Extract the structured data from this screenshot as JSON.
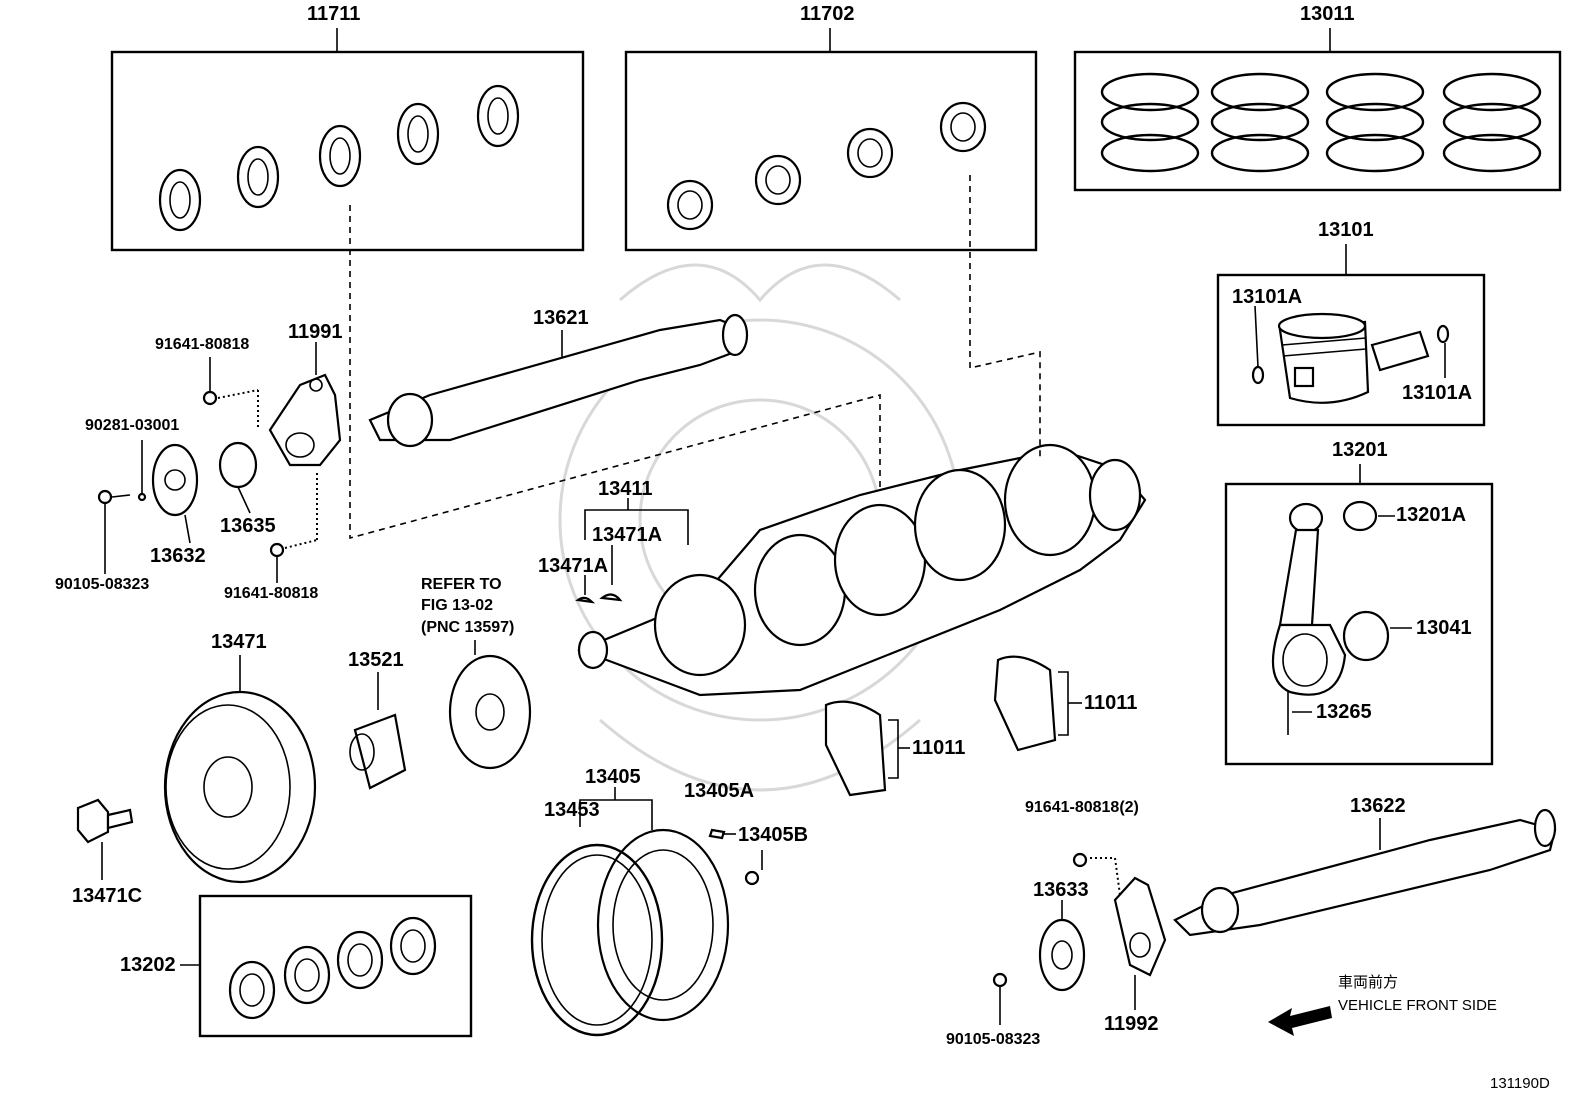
{
  "labels": {
    "p11711": "11711",
    "p11702": "11702",
    "p13011": "13011",
    "p13101": "13101",
    "p13101A_1": "13101A",
    "p13101A_2": "13101A",
    "p13201": "13201",
    "p13201A": "13201A",
    "p13041": "13041",
    "p13265": "13265",
    "p13621": "13621",
    "p11991": "11991",
    "p91641_1": "91641-80818",
    "p90281": "90281-03001",
    "p13635": "13635",
    "p13632": "13632",
    "p90105_1": "90105-08323",
    "p91641_2": "91641-80818",
    "p13411": "13411",
    "p13471A_1": "13471A",
    "p13471A_2": "13471A",
    "refer": "REFER TO",
    "fig": "FIG 13-02",
    "pnc": "(PNC 13597)",
    "p13471": "13471",
    "p13521": "13521",
    "p11011_1": "11011",
    "p11011_2": "11011",
    "p13405": "13405",
    "p13453": "13453",
    "p13405A": "13405A",
    "p13405B": "13405B",
    "p13471C": "13471C",
    "p13202": "13202",
    "p91641_3": "91641-80818(2)",
    "p13622": "13622",
    "p13633": "13633",
    "p11992": "11992",
    "p90105_2": "90105-08323",
    "front_jp": "車両前方",
    "front_en": "VEHICLE FRONT SIDE",
    "fig_code": "131190D"
  },
  "icons": [
    "front-arrow-icon"
  ]
}
